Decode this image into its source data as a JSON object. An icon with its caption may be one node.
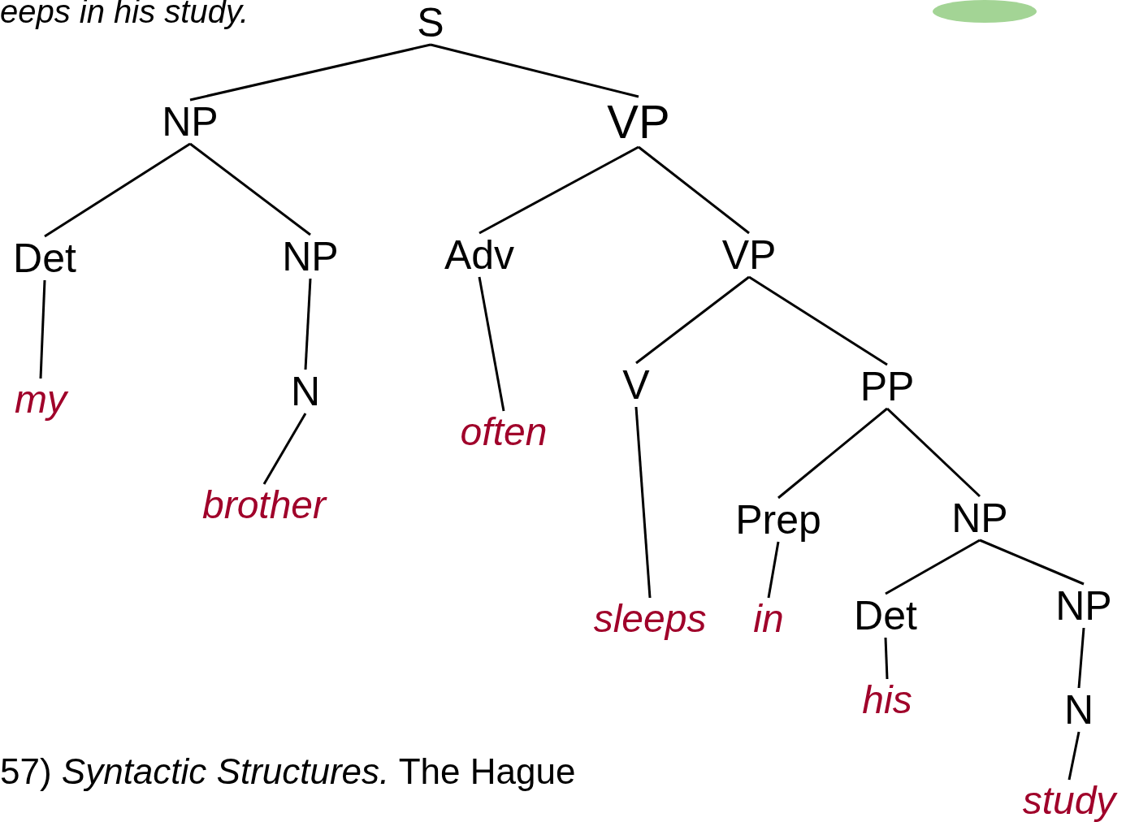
{
  "diagram": {
    "nodes": [
      {
        "text": [
          "S"
        ]
      },
      {
        "text": [
          "NP"
        ]
      },
      {
        "text": [
          "VP"
        ]
      },
      {
        "text": [
          "Det"
        ]
      },
      {
        "text": [
          "NP"
        ]
      },
      {
        "text": [
          "Adv"
        ]
      },
      {
        "text": [
          "VP"
        ]
      },
      {
        "text": [
          "my"
        ]
      },
      {
        "text": [
          "N"
        ]
      },
      {
        "text": [
          "often"
        ]
      },
      {
        "text": [
          "V"
        ]
      },
      {
        "text": [
          "PP"
        ]
      },
      {
        "text": [
          "brother"
        ]
      },
      {
        "text": [
          "Prep"
        ]
      },
      {
        "text": [
          "NP"
        ]
      },
      {
        "text": [
          "sleeps"
        ]
      },
      {
        "text": [
          "in"
        ]
      },
      {
        "text": [
          "Det"
        ]
      },
      {
        "text": [
          "NP"
        ]
      },
      {
        "text": [
          "his"
        ]
      },
      {
        "text": [
          "N"
        ]
      },
      {
        "text": [
          "study"
        ]
      }
    ],
    "edges": [
      {
        "from": 0,
        "to": 1,
        "arrow": "none"
      },
      {
        "from": 0,
        "to": 2,
        "arrow": "none"
      },
      {
        "from": 1,
        "to": 3,
        "arrow": "none"
      },
      {
        "from": 1,
        "to": 4,
        "arrow": "none"
      },
      {
        "from": 2,
        "to": 5,
        "arrow": "none"
      },
      {
        "from": 2,
        "to": 6,
        "arrow": "none"
      },
      {
        "from": 3,
        "to": 7,
        "arrow": "none"
      },
      {
        "from": 4,
        "to": 8,
        "arrow": "none"
      },
      {
        "from": 5,
        "to": 9,
        "arrow": "none"
      },
      {
        "from": 6,
        "to": 10,
        "arrow": "none"
      },
      {
        "from": 6,
        "to": 11,
        "arrow": "none"
      },
      {
        "from": 8,
        "to": 12,
        "arrow": "none"
      },
      {
        "from": 10,
        "to": 15,
        "arrow": "none"
      },
      {
        "from": 11,
        "to": 13,
        "arrow": "none"
      },
      {
        "from": 11,
        "to": 14,
        "arrow": "none"
      },
      {
        "from": 13,
        "to": 16,
        "arrow": "none"
      },
      {
        "from": 14,
        "to": 17,
        "arrow": "none"
      },
      {
        "from": 14,
        "to": 18,
        "arrow": "none"
      },
      {
        "from": 17,
        "to": 19,
        "arrow": "none"
      },
      {
        "from": 18,
        "to": 20,
        "arrow": "none"
      },
      {
        "from": 20,
        "to": 21,
        "arrow": "none"
      }
    ],
    "labels": [
      "eeps in his study.",
      "57) *Syntactic Structures.* The Hague"
    ]
  }
}
